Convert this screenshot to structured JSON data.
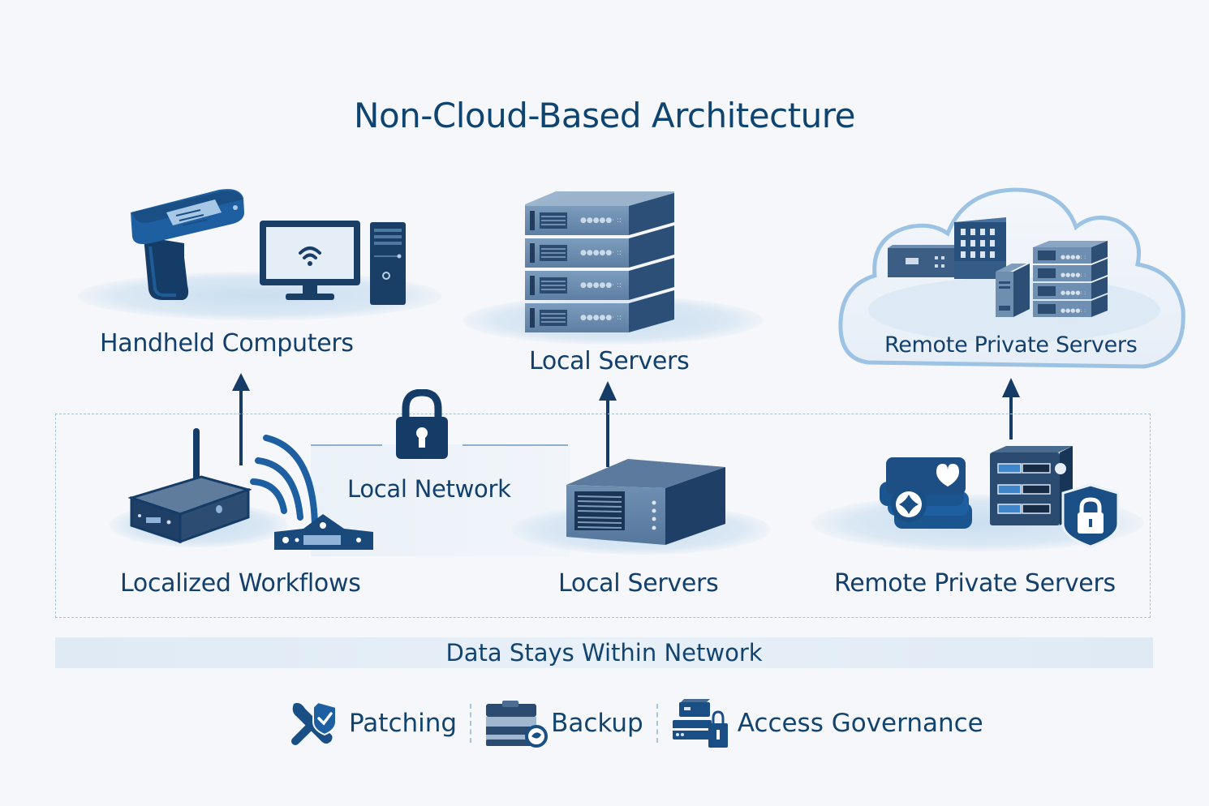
{
  "title": "Non-Cloud-Based Architecture",
  "nodes": {
    "handheld_computers": {
      "label": "Handheld Computers",
      "icons": [
        "barcode-scanner-icon",
        "desktop-computer-icon"
      ]
    },
    "local_servers_top": {
      "label": "Local Servers",
      "icons": [
        "server-rack-icon"
      ]
    },
    "remote_private_servers_top": {
      "label": "Remote Private Servers",
      "icons": [
        "cloud-icon",
        "building-icon",
        "server-rack-icon"
      ]
    },
    "localized_workflows": {
      "label": "Localized Workflows",
      "icons": [
        "router-icon",
        "wifi-signal-icon",
        "access-point-icon"
      ]
    },
    "local_network": {
      "label": "Local Network",
      "icons": [
        "padlock-icon"
      ]
    },
    "local_servers_bottom": {
      "label": "Local Servers",
      "icons": [
        "server-box-icon"
      ]
    },
    "remote_private_servers_bottom": {
      "label": "Remote Private Servers",
      "icons": [
        "storage-stack-icon",
        "server-panel-icon",
        "shield-lock-icon"
      ]
    }
  },
  "banner": {
    "text": "Data Stays Within Network"
  },
  "footer": {
    "items": [
      {
        "label": "Patching",
        "icon": "wrench-shield-icon"
      },
      {
        "label": "Backup",
        "icon": "backup-drive-icon"
      },
      {
        "label": "Access Governance",
        "icon": "server-lock-icon"
      }
    ]
  },
  "colors": {
    "primary": "#123f6b",
    "accent": "#1d5fa0",
    "light": "#dbe8f4",
    "background": "#f6f7fa"
  }
}
